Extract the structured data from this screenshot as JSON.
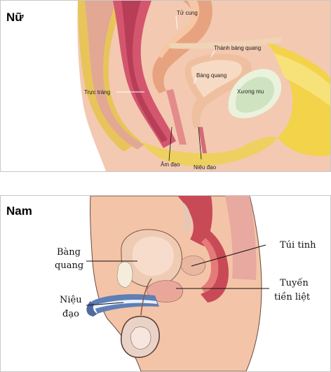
{
  "female": {
    "title": "Nữ",
    "labels": {
      "to_cung": "Tử cung",
      "thanh_bang_quang": "Thành bàng quang",
      "bang_quang": "Bàng quang",
      "truc_trang": "Trực tràng",
      "xuong_mu": "Xương mu",
      "am_dao": "Âm đạo",
      "nieu_dao": "Niệu đạo"
    }
  },
  "male": {
    "title": "Nam",
    "labels": {
      "bang_quang_1": "Bàng",
      "bang_quang_2": "quang",
      "nieu_dao_1": "Niệu",
      "nieu_dao_2": "đạo",
      "tui_tinh": "Túi tinh",
      "tuyen_tien_liet_1": "Tuyến",
      "tuyen_tien_liet_2": "tiền liệt"
    }
  }
}
